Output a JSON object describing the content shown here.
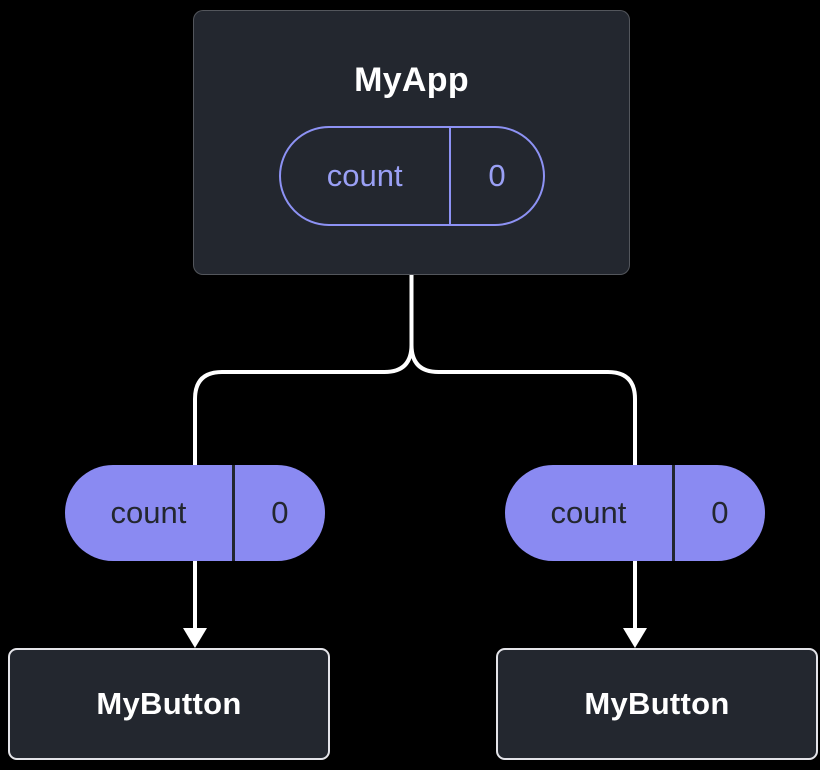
{
  "colors": {
    "background": "#000000",
    "node_fill": "#23272f",
    "node_child_border": "#e4e4e9",
    "pill_fill": "#8a8af2",
    "pill_text_dark": "#23272f",
    "state_pill_accent": "#8d92f4",
    "connector": "#ffffff",
    "title_text": "#ffffff"
  },
  "tree": {
    "root": {
      "title": "MyApp",
      "state_pill": {
        "label": "count",
        "value": "0"
      }
    },
    "props": {
      "left": {
        "label": "count",
        "value": "0"
      },
      "right": {
        "label": "count",
        "value": "0"
      }
    },
    "children": [
      {
        "title": "MyButton"
      },
      {
        "title": "MyButton"
      }
    ]
  }
}
